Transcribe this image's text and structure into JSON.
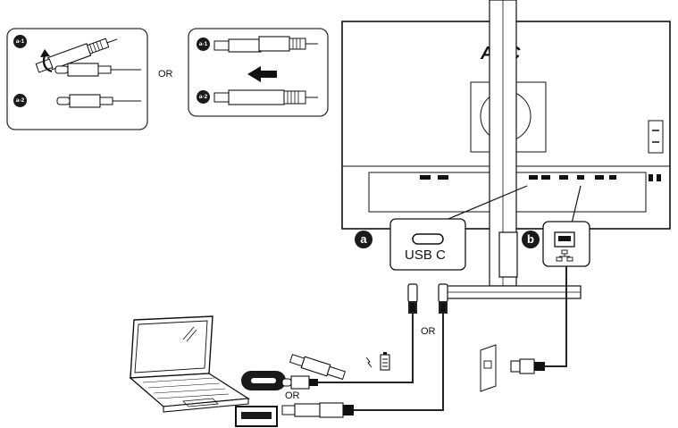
{
  "labels": {
    "or_panels": "OR",
    "or_cable_right": "OR",
    "or_ports": "OR",
    "usb_c": "USB C",
    "badge_a": "a",
    "badge_b": "b"
  },
  "steps": {
    "left_panel": [
      "a-1",
      "a-2"
    ],
    "right_panel": [
      "a-1",
      "a-2"
    ]
  },
  "icons": [
    "laptop-icon",
    "usb-c-connector-icon",
    "usb-a-connector-icon",
    "ethernet-port-icon",
    "network-icon",
    "wall-jack-icon",
    "battery-charge-icon",
    "arrow-left-icon",
    "curved-arrow-icon"
  ],
  "colors": {
    "ink": "#1a1a1a",
    "cable": "#222222",
    "panel_border": "#333333"
  }
}
